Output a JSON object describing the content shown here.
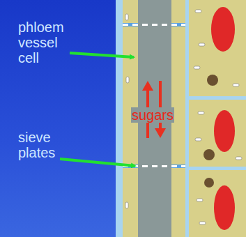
{
  "diagram": {
    "labels": [
      "phloem vessel cell",
      "sieve plates",
      "sugars"
    ]
  }
}
